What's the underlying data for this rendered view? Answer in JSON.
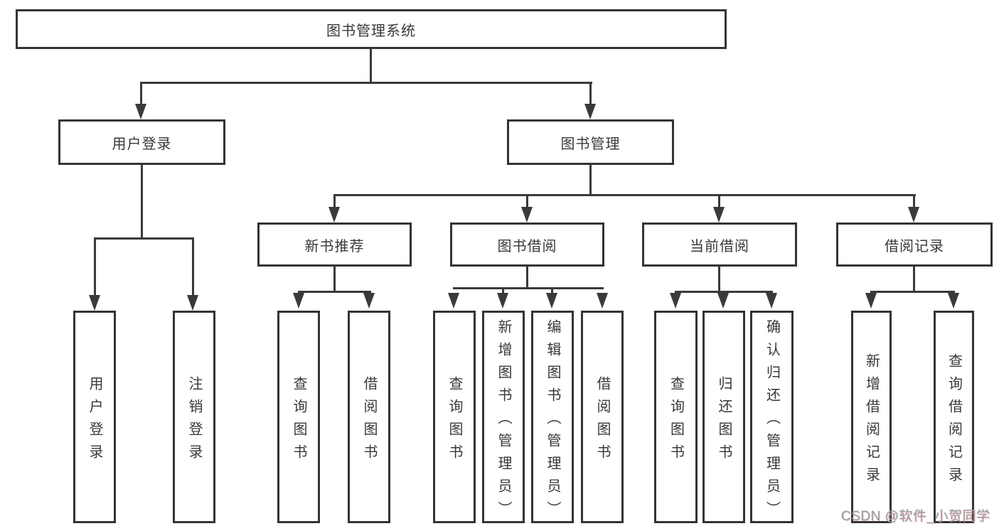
{
  "diagram": {
    "root": {
      "label": "图书管理系统",
      "children": [
        {
          "label": "用户登录",
          "children": [
            {
              "label": "用户登录"
            },
            {
              "label": "注销登录"
            }
          ]
        },
        {
          "label": "图书管理",
          "children": [
            {
              "label": "新书推荐",
              "children": [
                {
                  "label": "查询图书"
                },
                {
                  "label": "借阅图书"
                }
              ]
            },
            {
              "label": "图书借阅",
              "children": [
                {
                  "label": "查询图书"
                },
                {
                  "label": "新增图书（管理员）"
                },
                {
                  "label": "编辑图书（管理员）"
                },
                {
                  "label": "借阅图书"
                }
              ]
            },
            {
              "label": "当前借阅",
              "children": [
                {
                  "label": "查询图书"
                },
                {
                  "label": "归还图书"
                },
                {
                  "label": "确认归还（管理员）"
                }
              ]
            },
            {
              "label": "借阅记录",
              "children": [
                {
                  "label": "新增借阅记录"
                },
                {
                  "label": "查询借阅记录"
                }
              ]
            }
          ]
        }
      ]
    },
    "watermark": {
      "text": "CSDN @软件_小贺同学"
    }
  },
  "colors": {
    "line": "#3a3a3a",
    "text": "#383838",
    "watermark": "#9c9c9c",
    "background": "#ffffff"
  }
}
